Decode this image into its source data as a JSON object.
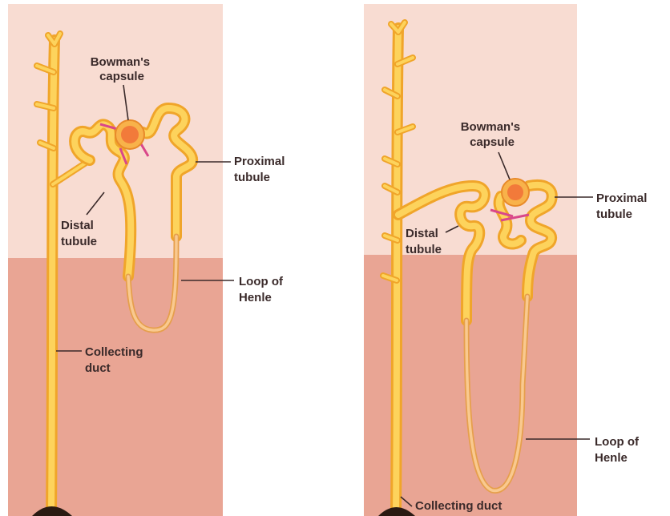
{
  "panels": {
    "left": {
      "labels": {
        "bowmans_capsule": [
          "Bowman's",
          "capsule"
        ],
        "proximal_tubule": [
          "Proximal",
          "tubule"
        ],
        "distal_tubule": [
          "Distal",
          "tubule"
        ],
        "loop_of_henle": [
          "Loop of",
          "Henle"
        ],
        "collecting_duct": [
          "Collecting",
          "duct"
        ]
      }
    },
    "right": {
      "labels": {
        "bowmans_capsule": [
          "Bowman's",
          "capsule"
        ],
        "proximal_tubule": [
          "Proximal",
          "tubule"
        ],
        "distal_tubule": [
          "Distal",
          "tubule"
        ],
        "loop_of_henle": [
          "Loop of",
          "Henle"
        ],
        "collecting_duct": "Collecting duct"
      }
    }
  },
  "colors": {
    "cortex": "#f8dcd2",
    "medulla": "#e9a594",
    "tubule": "#fdd35c",
    "tubule_edge": "#f0a52a",
    "glomerulus": "#f27a3a",
    "vessel": "#d9478a",
    "label_text": "#3a2a2a"
  }
}
